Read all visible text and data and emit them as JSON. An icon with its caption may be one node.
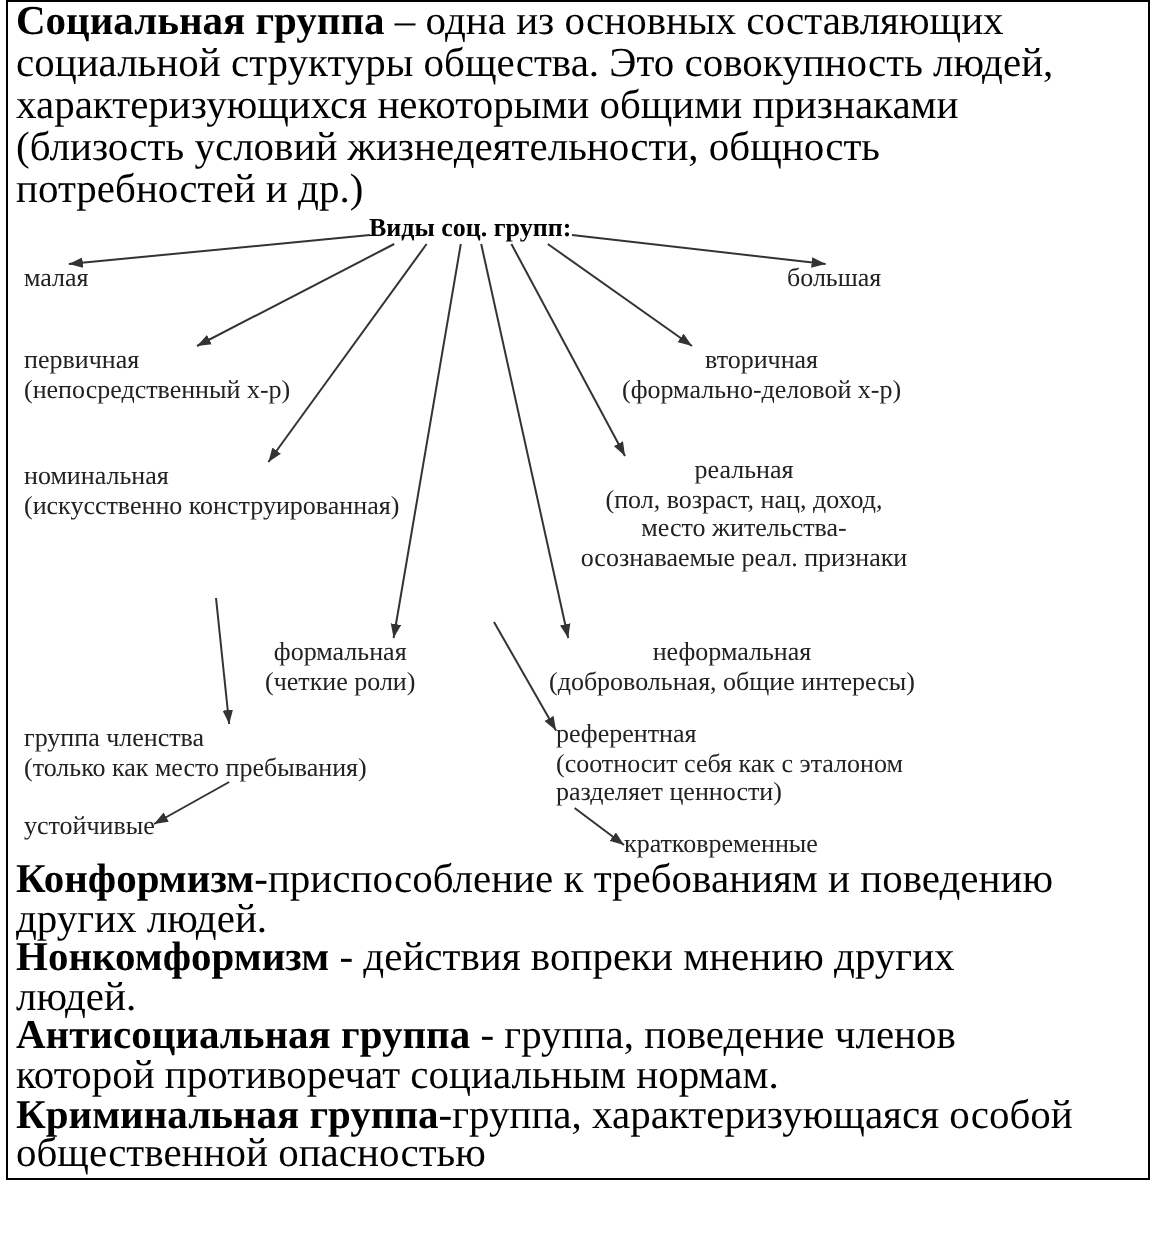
{
  "diagram": {
    "nodes": [
      {
        "text": [
          "Виды соц. групп:"
        ]
      },
      {
        "text": [
          "малая"
        ]
      },
      {
        "text": [
          "большая"
        ]
      },
      {
        "text": [
          "первичная",
          "(непосредственный х-р)"
        ]
      },
      {
        "text": [
          "вторичная",
          "(формально-деловой х-р)"
        ]
      },
      {
        "text": [
          "номинальная",
          "(искусственно конструированная)"
        ]
      },
      {
        "text": [
          "реальная",
          "(пол, возраст, нац, доход, место жительства- осознаваемые реал. признаки"
        ]
      },
      {
        "text": [
          "формальная",
          "(четкие роли)"
        ]
      },
      {
        "text": [
          "неформальная",
          "(добровольная, общие интересы)"
        ]
      },
      {
        "text": [
          "группа членства",
          "(только как место пребывания)"
        ]
      },
      {
        "text": [
          "референтная",
          "(соотносит себя как с эталоном разделяет ценности)"
        ]
      },
      {
        "text": [
          "устойчивые"
        ]
      },
      {
        "text": [
          "кратковременные"
        ]
      }
    ],
    "edges": [
      {
        "from": 0,
        "to": 1,
        "arrow": "to"
      },
      {
        "from": 0,
        "to": 2,
        "arrow": "to"
      },
      {
        "from": 0,
        "to": 3,
        "arrow": "to"
      },
      {
        "from": 0,
        "to": 4,
        "arrow": "to"
      },
      {
        "from": 0,
        "to": 5,
        "arrow": "to"
      },
      {
        "from": 0,
        "to": 6,
        "arrow": "to"
      },
      {
        "from": 0,
        "to": 7,
        "arrow": "to"
      },
      {
        "from": 0,
        "to": 8,
        "arrow": "to"
      },
      {
        "from": null,
        "to": 9,
        "arrow": "to"
      },
      {
        "from": null,
        "to": 10,
        "arrow": "to"
      },
      {
        "from": 9,
        "to": 11,
        "arrow": "to"
      },
      {
        "from": 10,
        "to": 12,
        "arrow": "to"
      }
    ],
    "labels": [
      "**Социальная группа** – одна из основных составляющих социальной структуры общества. Это совокупность людей, характеризующихся некоторыми общими признаками (близость условий жизнедеятельности, общность потребностей и др.)",
      "**Конформизм**-приспособление к требованиям и поведению других людей.",
      "**Нонкомформизм** - действия вопреки мнению других людей.",
      "**Антисоциальная группа** - группа, поведение членов которой противоречат социальным нормам.",
      "**Криминальная группа**-группа, характеризующаяся особой общественной опасностью"
    ]
  }
}
